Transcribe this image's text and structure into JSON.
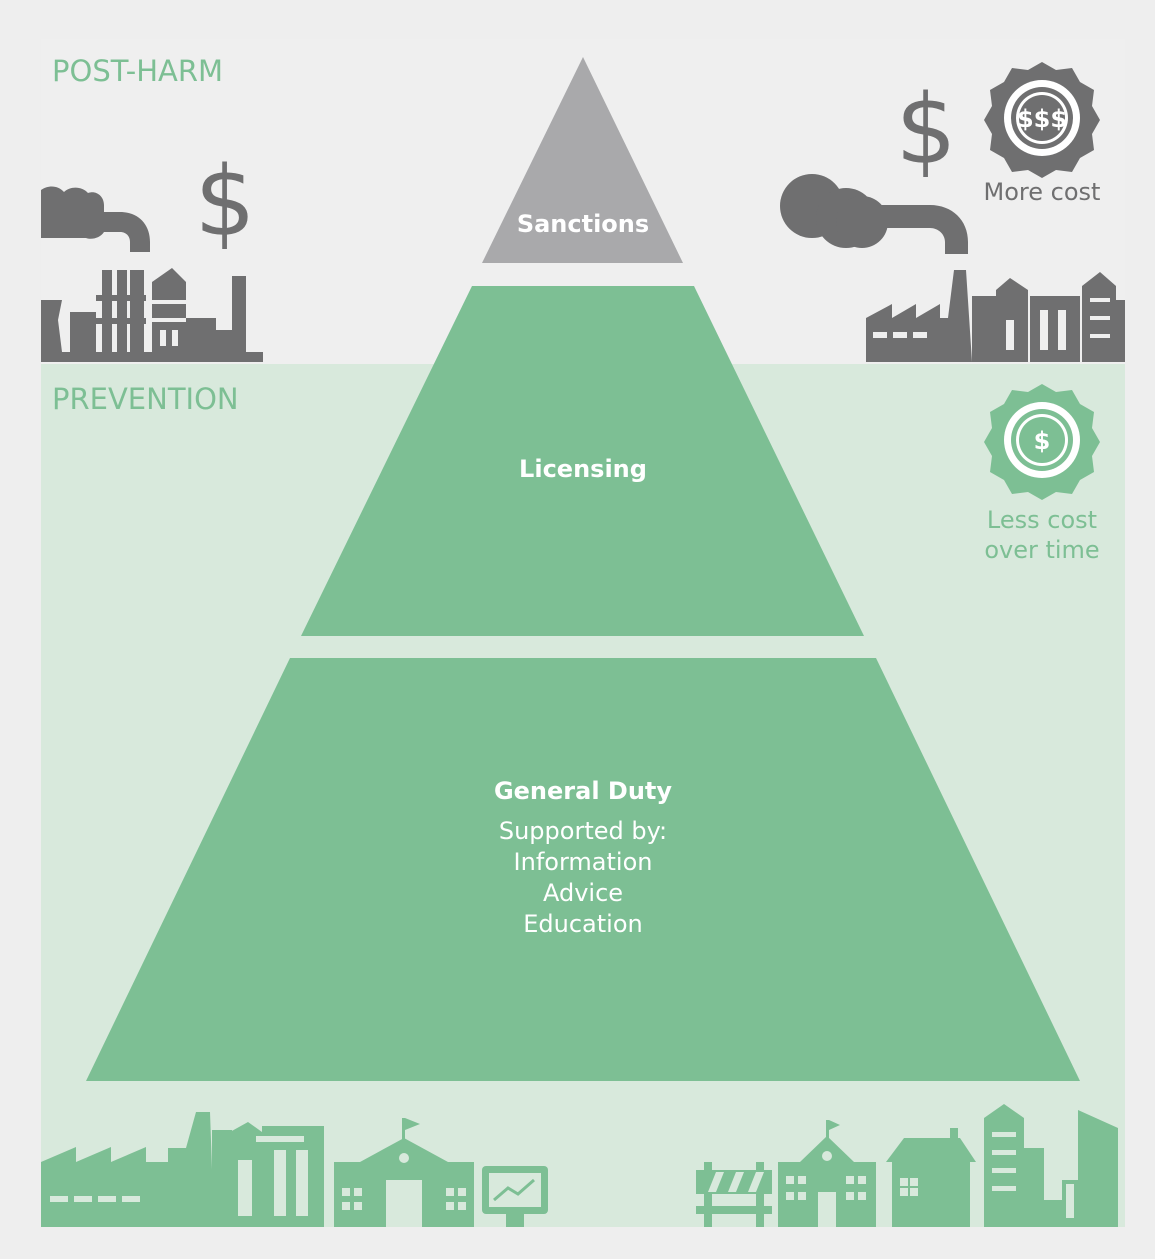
{
  "zones": {
    "post_harm": "POST-HARM",
    "prevention": "PREVENTION"
  },
  "pyramid": {
    "top": "Sanctions",
    "middle": "Licensing",
    "base_title": "General Duty",
    "base_lines": [
      "Supported by:",
      "Information",
      "Advice",
      "Education"
    ]
  },
  "cost": {
    "more_badge": "$$$",
    "more_label": "More cost",
    "less_badge": "$",
    "less_label_lines": [
      "Less cost",
      "over time"
    ]
  },
  "icons": {
    "dollar_glyph": "$"
  },
  "colors": {
    "outer_background": "#eeeeee",
    "post_harm_background": "#efefef",
    "prevention_background": "#d8e9dc",
    "green": "#7dbf94",
    "gray": "#6f6f70",
    "sanctions_gray": "#a9a9ab",
    "white": "#ffffff"
  }
}
